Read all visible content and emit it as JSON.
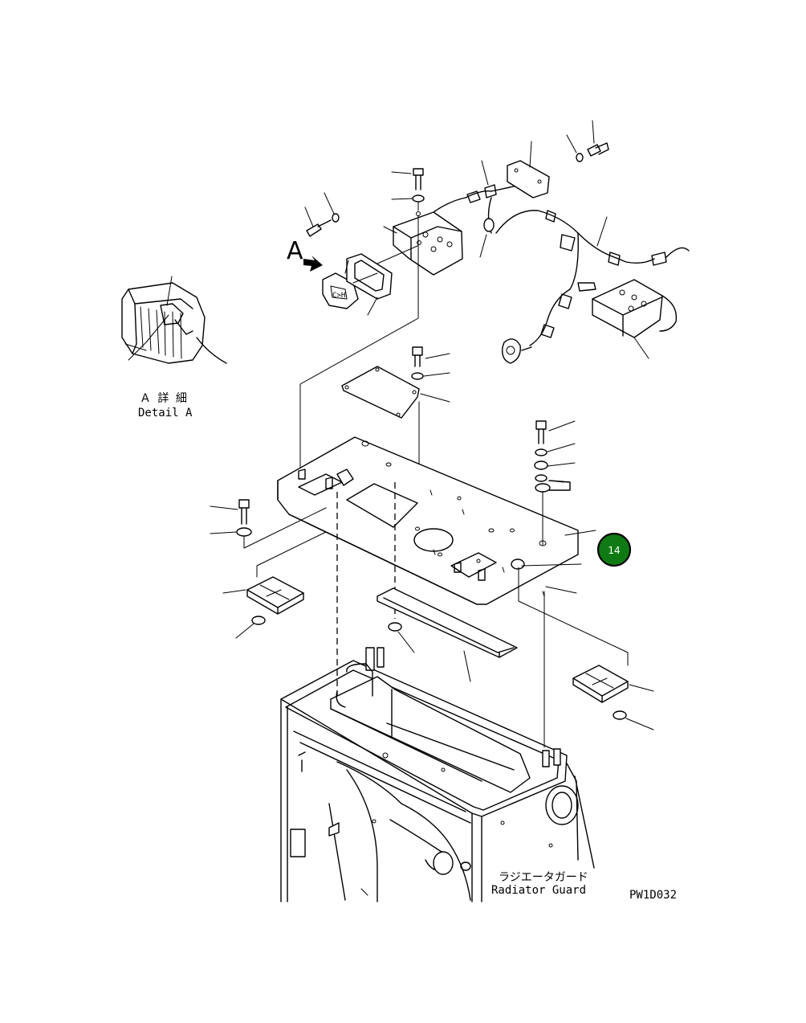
{
  "view_label": "A",
  "detail": {
    "japanese": "Ａ 詳 細",
    "english": "Detail A"
  },
  "radiator": {
    "japanese": "ラジエータガード",
    "english": "Radiator Guard"
  },
  "drawing_code": "PW1D032",
  "callout": {
    "number": "14",
    "color": "#0f7a14"
  }
}
